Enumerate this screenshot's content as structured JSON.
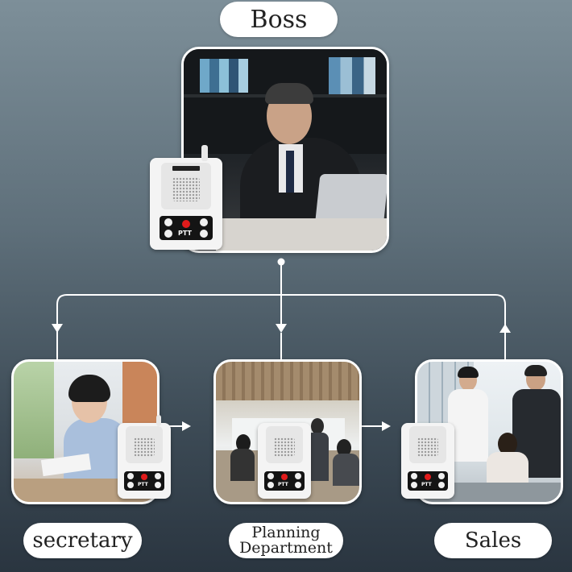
{
  "nodes": {
    "boss": {
      "label": "Boss"
    },
    "secretary": {
      "label": "secretary"
    },
    "planning": {
      "label_line1": "Planning",
      "label_line2": "Department"
    },
    "sales": {
      "label": "Sales"
    }
  },
  "device": {
    "button_text": "PTT"
  },
  "colors": {
    "connector": "#ffffff",
    "device_body": "#f4f4f4",
    "ptt_button": "#e11b1b"
  }
}
